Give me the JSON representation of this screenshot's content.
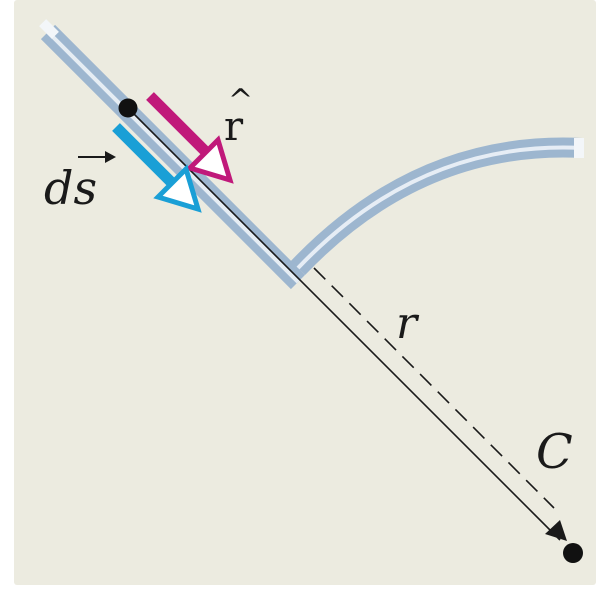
{
  "labels": {
    "r_hat": "r",
    "ds": "ds",
    "r": "r",
    "C": "C"
  },
  "colors": {
    "background": "#ecebe0",
    "wire_outer": "#9db6cf",
    "wire_highlight": "#eef3f8",
    "r_hat_vector": "#c0197a",
    "ds_vector": "#1a9fd6",
    "line": "#1a1a1a",
    "dot": "#111111"
  },
  "icons": {
    "r_hat_arrowhead": "open-triangle-arrowhead",
    "ds_arrowhead": "open-triangle-arrowhead",
    "line_arrowhead": "solid-arrowhead"
  }
}
